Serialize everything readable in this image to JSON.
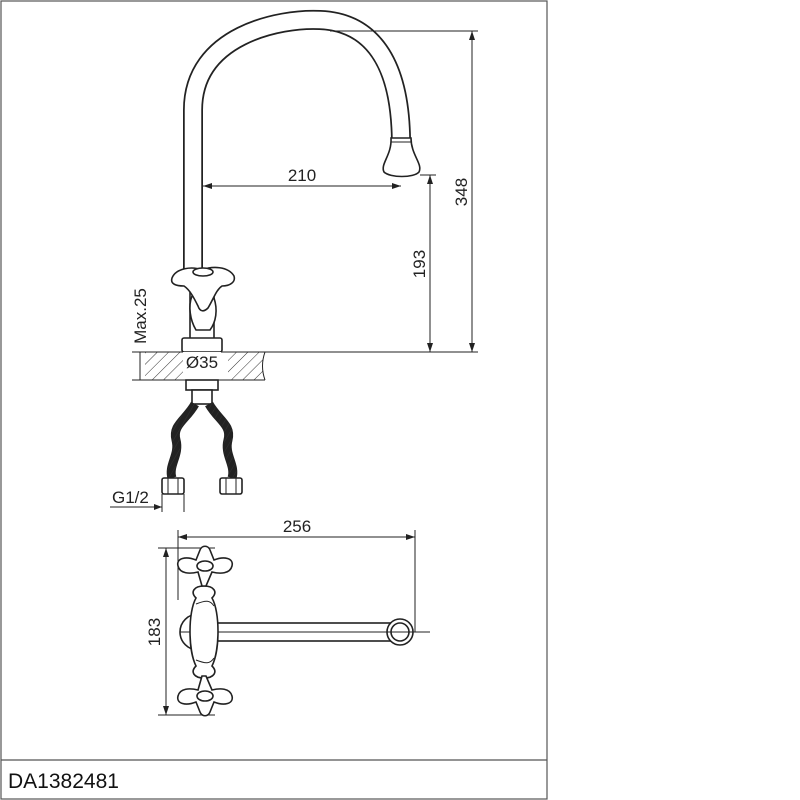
{
  "drawing": {
    "code": "DA1382481",
    "dimensions": {
      "spout_reach": "210",
      "total_height": "348",
      "spout_height": "193",
      "max_deck": "Max.25",
      "hole_diameter": "Ø35",
      "connection": "G1/2",
      "plan_length": "256",
      "plan_width": "183"
    }
  }
}
